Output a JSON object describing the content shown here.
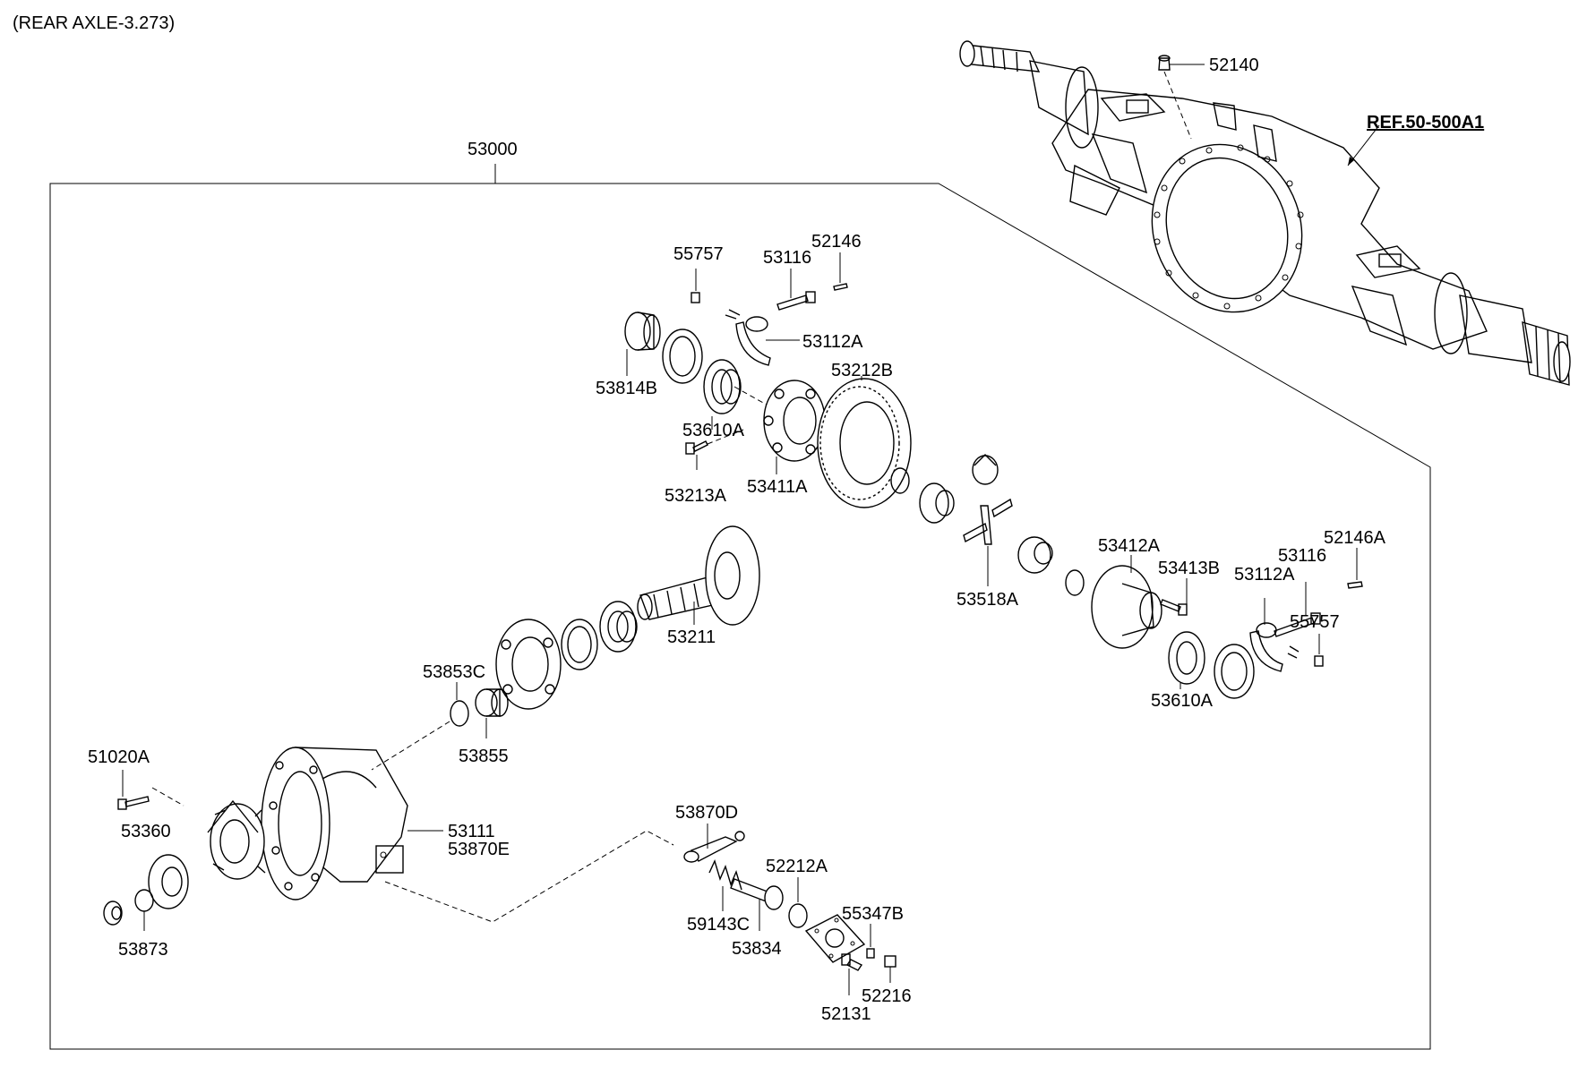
{
  "title": "(REAR AXLE-3.273)",
  "reference": "REF.50-500A1",
  "assembly_label": "53000",
  "parts": {
    "p52140": "52140",
    "p55757_top": "55757",
    "p53116_top": "53116",
    "p52146": "52146",
    "p53112A_top": "53112A",
    "p53814B": "53814B",
    "p53212B": "53212B",
    "p53610A_top": "53610A",
    "p53213A": "53213A",
    "p53411A": "53411A",
    "p53412A": "53412A",
    "p53413B": "53413B",
    "p53116_right": "53116",
    "p52146A": "52146A",
    "p53112A_right": "53112A",
    "p53518A": "53518A",
    "p55757_right": "55757",
    "p53610A_right": "53610A",
    "p53211": "53211",
    "p53853C": "53853C",
    "p53855": "53855",
    "p51020A": "51020A",
    "p53360": "53360",
    "p53111": "53111",
    "p53870E": "53870E",
    "p53870D": "53870D",
    "p52212A": "52212A",
    "p59143C": "59143C",
    "p53834": "53834",
    "p55347B": "55347B",
    "p52216": "52216",
    "p52131": "52131",
    "p53873": "53873"
  }
}
